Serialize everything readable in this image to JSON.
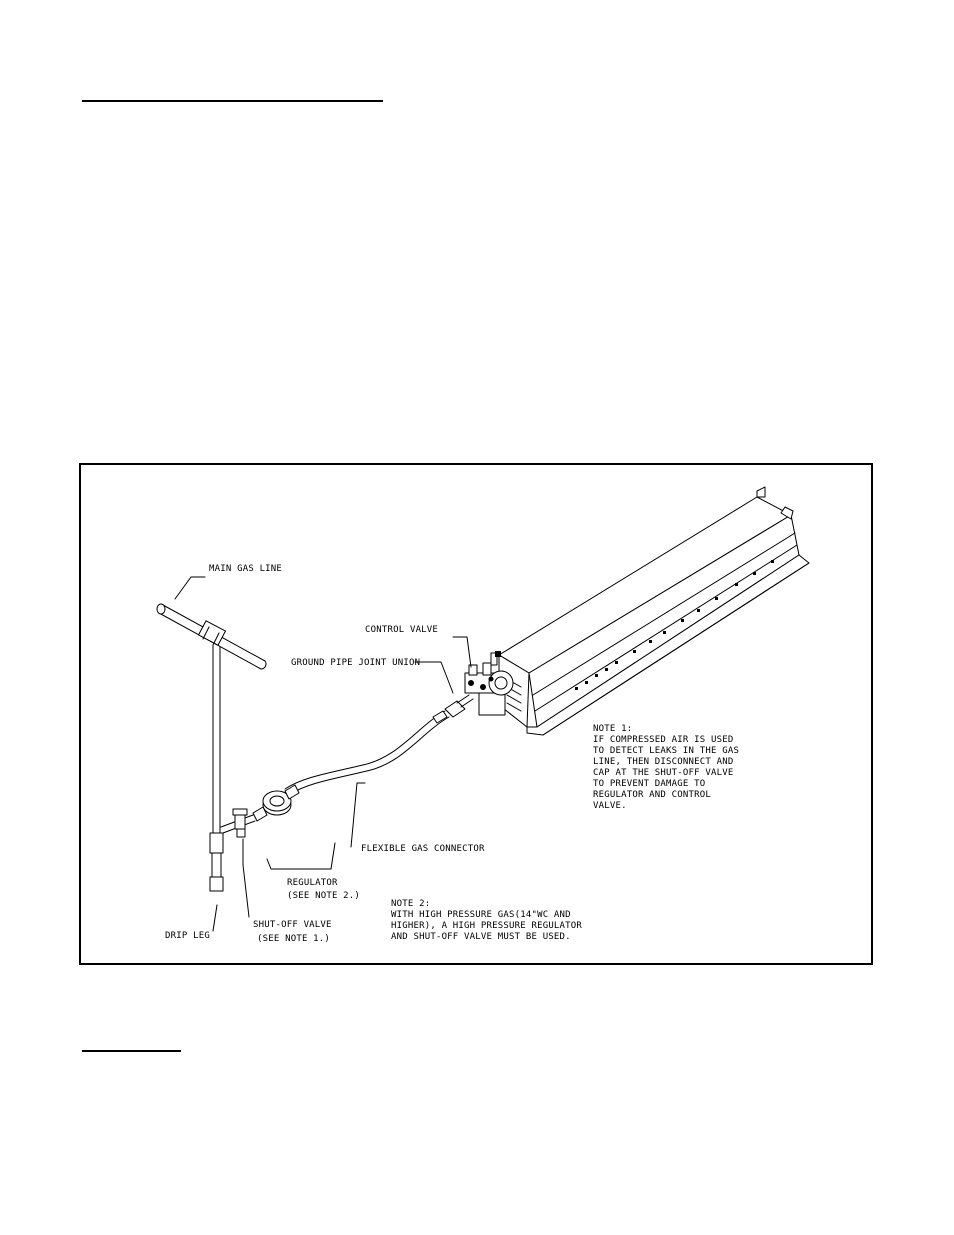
{
  "diagram": {
    "labels": {
      "main_gas_line": "MAIN GAS LINE",
      "control_valve": "CONTROL VALVE",
      "ground_pipe_joint_union": "GROUND PIPE JOINT UNION",
      "flexible_gas_connector": "FLEXIBLE GAS CONNECTOR",
      "regulator": "REGULATOR",
      "regulator_note": "(SEE NOTE 2.)",
      "shut_off_valve": "SHUT-OFF VALVE",
      "shut_off_valve_note": "(SEE NOTE 1.)",
      "drip_leg": "DRIP LEG"
    },
    "note1": {
      "title": "NOTE 1:",
      "lines": [
        "IF COMPRESSED AIR IS USED",
        "TO DETECT LEAKS IN THE GAS",
        "LINE, THEN DISCONNECT AND",
        "CAP AT THE SHUT-OFF VALVE",
        "TO PREVENT DAMAGE TO",
        "REGULATOR AND CONTROL",
        "VALVE."
      ]
    },
    "note2": {
      "title": "NOTE 2:",
      "lines": [
        "WITH HIGH PRESSURE GAS(14\"WC AND",
        "HIGHER), A HIGH PRESSURE REGULATOR",
        "AND SHUT-OFF VALVE MUST BE USED."
      ]
    }
  }
}
